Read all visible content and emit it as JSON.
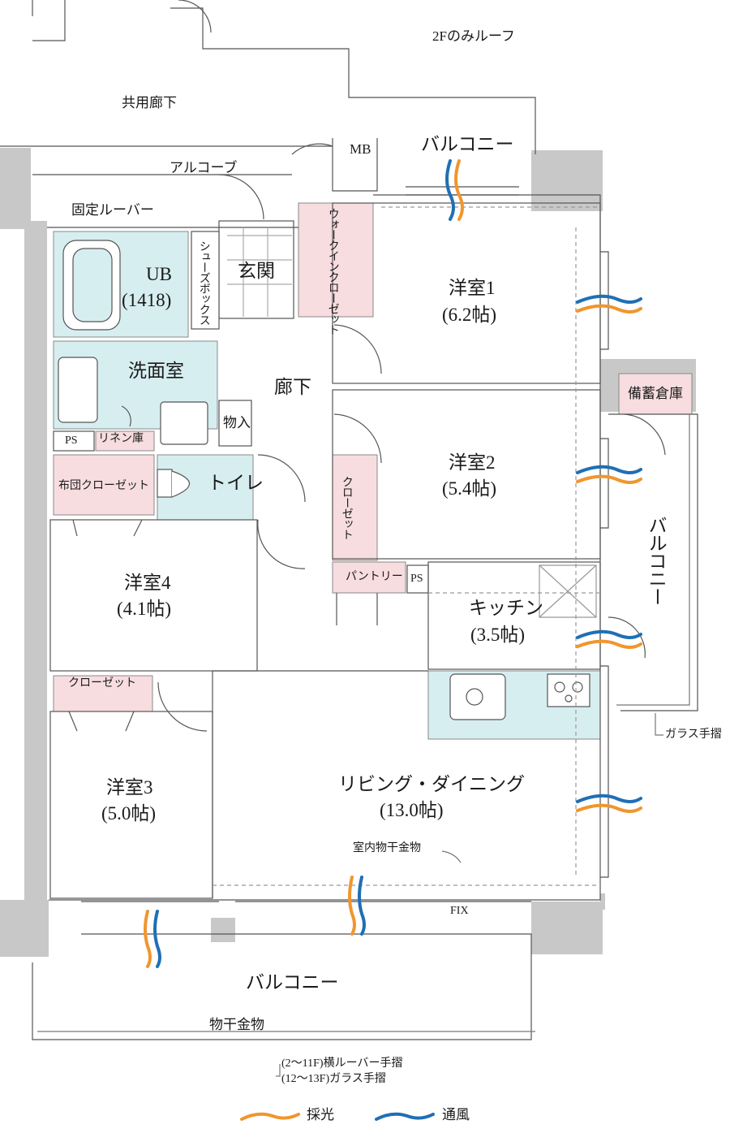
{
  "labels": {
    "roof_2f": "2Fのみルーフ",
    "common_corridor": "共用廊下",
    "alcove": "アルコーブ",
    "fixed_louver": "固定ルーバー",
    "mb": "MB",
    "balcony_top": "バルコニー",
    "walkin_closet": "ウォークインクローゼット",
    "entrance": "玄関",
    "shoe_box": "シューズボックス",
    "ub_name": "UB",
    "ub_size": "(1418)",
    "washroom": "洗面室",
    "hallway": "廊下",
    "storage": "物入",
    "ps1": "PS",
    "linen": "リネン庫",
    "futon_closet": "布団クローゼット",
    "toilet": "トイレ",
    "room1_name": "洋室1",
    "room1_size": "(6.2帖)",
    "room2_name": "洋室2",
    "room2_size": "(5.4帖)",
    "stockroom": "備蓄倉庫",
    "closet_vertical": "クローゼット",
    "pantry": "パントリー",
    "ps2": "PS",
    "kitchen_name": "キッチン",
    "kitchen_size": "(3.5帖)",
    "balcony_right": "バルコニー",
    "glass_rail_right": "ガラス手摺",
    "room4_name": "洋室4",
    "room4_size": "(4.1帖)",
    "closet_room3": "クローゼット",
    "room3_name": "洋室3",
    "room3_size": "(5.0帖)",
    "living_name": "リビング・ダイニング",
    "living_size": "(13.0帖)",
    "indoor_dryer": "室内物干金物",
    "fix": "FIX",
    "balcony_bottom": "バルコニー",
    "clothes_dryer": "物干金物",
    "rail_note1": "(2〜11F)横ルーバー手摺",
    "rail_note2": "(12〜13F)ガラス手摺"
  },
  "legend": [
    {
      "label": "採光",
      "color": "#f0962e"
    },
    {
      "label": "通風",
      "color": "#1f6fb5"
    }
  ],
  "colors": {
    "wall": "#c8c8c8",
    "closet": "#f7dde0",
    "wet_area": "#d7eef0",
    "light": "#f0962e",
    "wind": "#1f6fb5"
  }
}
